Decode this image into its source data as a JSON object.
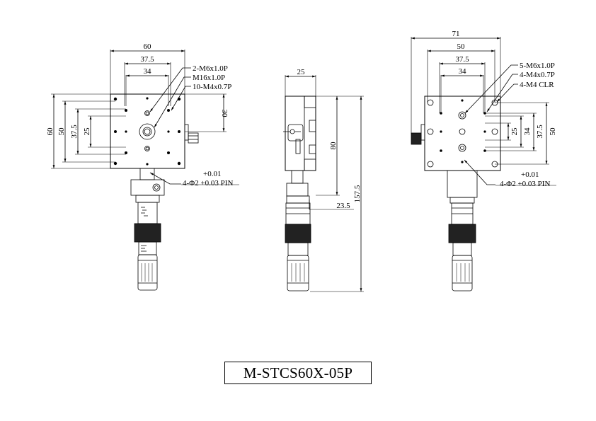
{
  "model": "M-STCS60X-05P",
  "front_view": {
    "dims_top": [
      "60",
      "37.5",
      "34"
    ],
    "dims_left": [
      "60",
      "50",
      "37.5",
      "25"
    ],
    "dim_right": "30",
    "callouts": [
      "2-M6x1.0P",
      "M16x1.0P",
      "10-M4x0.7P"
    ],
    "pin_tol": "+0.01",
    "pin_label": "4-Φ2 +0.03 PIN"
  },
  "side_view": {
    "dim_top": "25",
    "dim_80": "80",
    "dim_23_5": "23.5",
    "dim_157_5": "157.5"
  },
  "rear_view": {
    "dims_top": [
      "71",
      "50",
      "37.5",
      "34"
    ],
    "dims_right": [
      "25",
      "34",
      "37.5",
      "50"
    ],
    "callouts": [
      "5-M6x1.0P",
      "4-M4x0.7P",
      "4-M4 CLR"
    ],
    "pin_tol": "+0.01",
    "pin_label": "4-Φ2 +0.03 PIN"
  }
}
